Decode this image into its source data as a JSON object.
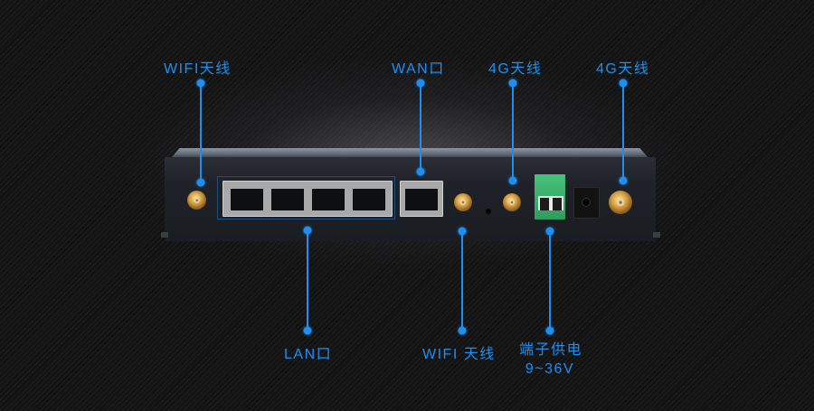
{
  "product": {
    "description": "4G industrial router rear panel interface diagram"
  },
  "labels": {
    "wifi_antenna_left": "WIFI天线",
    "wan_port": "WAN口",
    "lte_antenna_1": "4G天线",
    "lte_antenna_2": "4G天线",
    "lan_port": "LAN口",
    "wifi_antenna_bottom": "WIFI 天线",
    "terminal_power_line1": "端子供电",
    "terminal_power_line2": "9~36V"
  },
  "ports": {
    "lan_count": 4,
    "wan_count": 1,
    "sma_connectors": 4
  },
  "colors": {
    "accent": "#1e8ff0",
    "background": "#141415",
    "terminal_block": "#3aae6c",
    "sma_gold": "#d9a648"
  }
}
